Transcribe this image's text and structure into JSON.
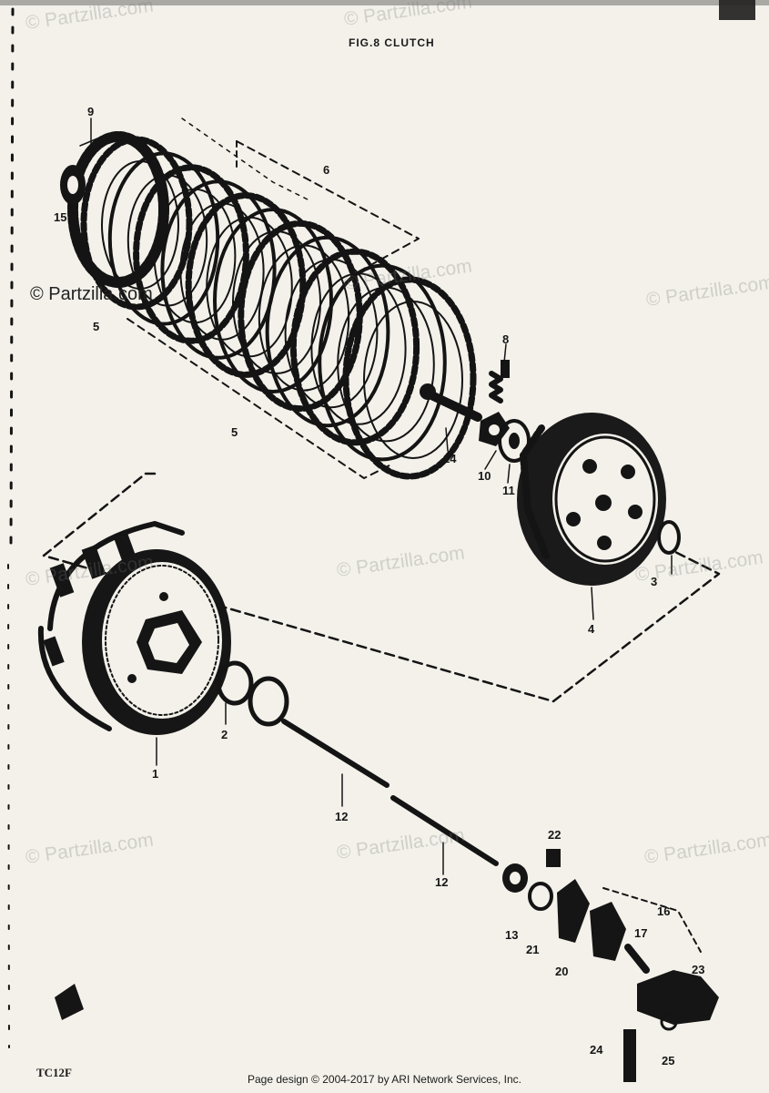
{
  "diagram": {
    "title": "FIG.8 CLUTCH",
    "reference_code": "TC12F",
    "callouts": {
      "c1": "1",
      "c2": "2",
      "c3": "3",
      "c4": "4",
      "c5": "5",
      "c6": "6",
      "c8": "8",
      "c9": "9",
      "c10": "10",
      "c11": "11",
      "c12a": "12",
      "c12b": "12",
      "c13": "13",
      "c14": "14",
      "c15": "15",
      "c16": "16",
      "c17": "17",
      "c20": "20",
      "c21": "21",
      "c22": "22",
      "c23": "23",
      "c24": "24",
      "c25": "25"
    }
  },
  "watermarks": {
    "primary": "© Partzilla.com",
    "faint": "© Partzilla.com"
  },
  "footer": {
    "text": "Page design © 2004-2017 by ARI Network Services, Inc."
  }
}
